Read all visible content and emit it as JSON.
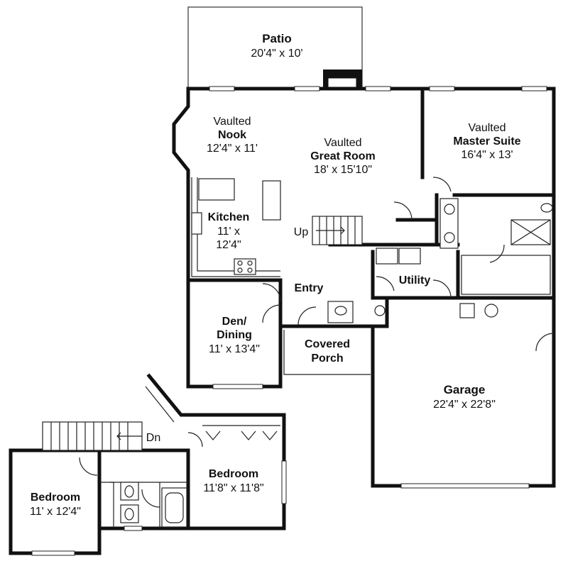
{
  "rooms": {
    "patio": {
      "name": "Patio",
      "size": "20'4\" x 10'"
    },
    "nook": {
      "prefix": "Vaulted",
      "name": "Nook",
      "size": "12'4\" x 11'"
    },
    "great_room": {
      "prefix": "Vaulted",
      "name": "Great Room",
      "size": "18' x 15'10\""
    },
    "master_suite": {
      "prefix": "Vaulted",
      "name": "Master Suite",
      "size": "16'4\" x 13'"
    },
    "kitchen": {
      "name": "Kitchen",
      "size_line1": "11' x",
      "size_line2": "12'4\""
    },
    "entry": {
      "name": "Entry"
    },
    "utility": {
      "name": "Utility"
    },
    "den_dining": {
      "name_line1": "Den/",
      "name_line2": "Dining",
      "size": "11' x 13'4\""
    },
    "covered_porch": {
      "name_line1": "Covered",
      "name_line2": "Porch"
    },
    "garage": {
      "name": "Garage",
      "size": "22'4\" x 22'8\""
    },
    "bedroom_upper_right": {
      "name": "Bedroom",
      "size": "11'8\" x 11'8\""
    },
    "bedroom_upper_left": {
      "name": "Bedroom",
      "size": "11' x 12'4\""
    }
  },
  "stairs": {
    "up": "Up",
    "down": "Dn"
  }
}
